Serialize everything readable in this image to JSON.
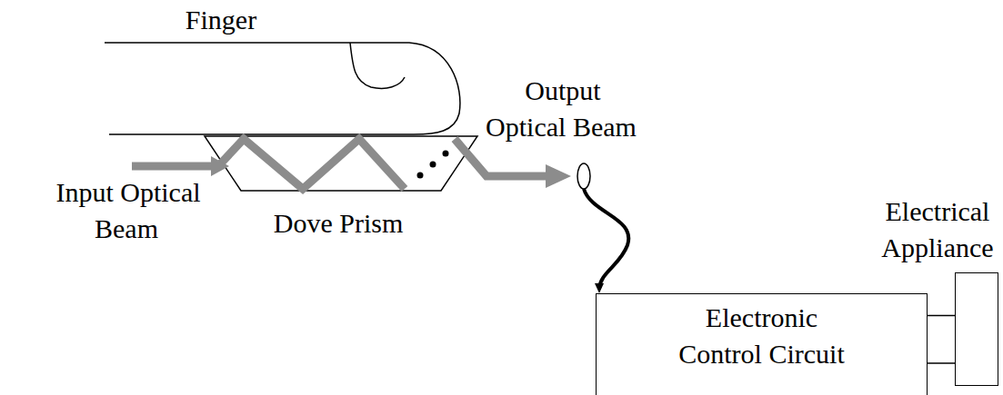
{
  "diagram": {
    "nodes": [
      {
        "text": [
          "Electronic Control Circuit"
        ]
      },
      {
        "text": [
          "Electrical Appliance"
        ]
      }
    ],
    "edges": [
      {
        "from": 0,
        "to": 1,
        "arrow": "none"
      },
      {
        "from": 0,
        "to": 1,
        "arrow": "none"
      }
    ],
    "labels": [
      "Finger",
      "Input Optical Beam",
      "Dove Prism",
      "Output Optical Beam"
    ]
  }
}
